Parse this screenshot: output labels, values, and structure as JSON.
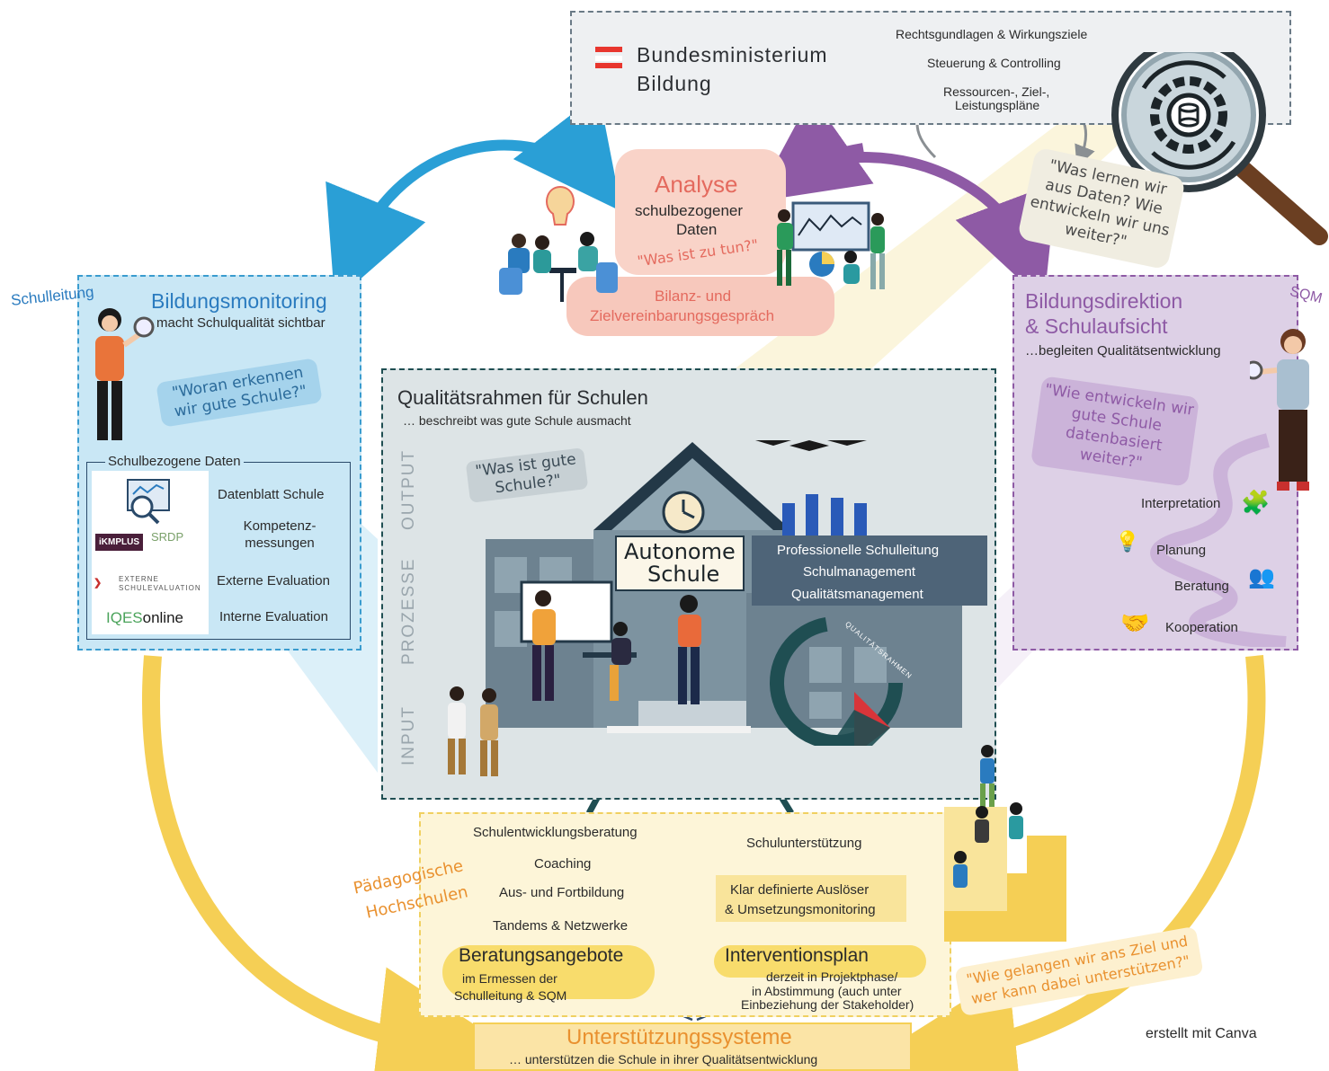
{
  "ministry": {
    "name_line1": "Bundesministerium",
    "name_line2": "Bildung",
    "item1": "Rechtsgundlagen & Wirkungsziele",
    "item2": "Steuerung & Controlling",
    "item3_line1": "Ressourcen-, Ziel-,",
    "item3_line2": "Leistungspläne"
  },
  "analyse": {
    "title": "Analyse",
    "line1": "schulbezogener",
    "line2": "Daten",
    "question": "\"Was ist zu tun?\"",
    "talk_line1": "Bilanz- und",
    "talk_line2": "Zielvereinbarungsgespräch"
  },
  "data_question": {
    "line1": "\"Was lernen wir",
    "line2": "aus Daten? Wie",
    "line3": "entwickeln wir uns",
    "line4": "weiter?\""
  },
  "monitoring": {
    "role": "Schulleitung",
    "title": "Bildungsmonitoring",
    "subtitle": "macht Schulqualität sichtbar",
    "question_line1": "\"Woran erkennen",
    "question_line2": "wir gute Schule?\"",
    "box_title": "Schulbezogene Daten",
    "rows": [
      "Datenblatt Schule",
      "Kompetenz-\nmessungen",
      "Externe Evaluation",
      "Interne Evaluation"
    ],
    "logo_ikm": "iKMPLUS",
    "logo_srdp": "SRDP",
    "logo_ext_line1": "EXTERNE",
    "logo_ext_line2": "SCHULEVALUATION",
    "logo_iqes_a": "IQES",
    "logo_iqes_b": "online"
  },
  "direktion": {
    "role": "SQM",
    "title_line1": "Bildungsdirektion",
    "title_line2": "& Schulaufsicht",
    "subtitle": "…begleiten Qualitätsentwicklung",
    "question_line1": "\"Wie entwickeln wir",
    "question_line2": "gute Schule",
    "question_line3": "datenbasiert",
    "question_line4": "weiter?\"",
    "steps": [
      "Interpretation",
      "Planung",
      "Beratung",
      "Kooperation"
    ]
  },
  "framework": {
    "title": "Qualitätsrahmen für Schulen",
    "subtitle": "… beschreibt was gute Schule ausmacht",
    "output": "OUTPUT",
    "prozesse": "PROZESSE",
    "input": "INPUT",
    "question_line1": "\"Was ist gute",
    "question_line2": "Schule?\"",
    "school_line1": "Autonome",
    "school_line2": "Schule",
    "mgmt": [
      "Professionelle Schulleitung",
      "Schulmanagement",
      "Qualitätsmanagement"
    ],
    "logo_text": "QUALITÄTSRAHMEN"
  },
  "support": {
    "ph_line1": "Pädagogische",
    "ph_line2": "Hochschulen",
    "left_items": [
      "Schulentwicklungsberatung",
      "Coaching",
      "Aus- und Fortbildung",
      "Tandems & Netzwerke"
    ],
    "right_item": "Schulunterstützung",
    "trigger_line1": "Klar definierte Auslöser",
    "trigger_line2": "& Umsetzungsmonitoring",
    "beratung_title": "Beratungsangebote",
    "beratung_line1": "im Ermessen der",
    "beratung_line2": "Schulleitung & SQM",
    "intervention_title": "Interventionsplan",
    "intervention_line1": "derzeit in Projektphase/",
    "intervention_line2": "in Abstimmung (auch unter",
    "intervention_line3": "Einbeziehung der Stakeholder)",
    "goal_line1": "\"Wie gelangen wir ans Ziel und",
    "goal_line2": "wer kann dabei unterstützen?\"",
    "systems_title": "Unterstützungssysteme",
    "systems_subtitle": "… unterstützen die Schule in ihrer Qualitätsentwicklung"
  },
  "footer": {
    "credit": "erstellt mit Canva"
  },
  "colors": {
    "blue": "#2a9fd6",
    "purple": "#8e5aa5",
    "salmon": "#e46a5e",
    "yellow": "#f5cf55",
    "orange": "#e9912f",
    "slate": "#4e6478",
    "teal": "#1f4e52"
  }
}
